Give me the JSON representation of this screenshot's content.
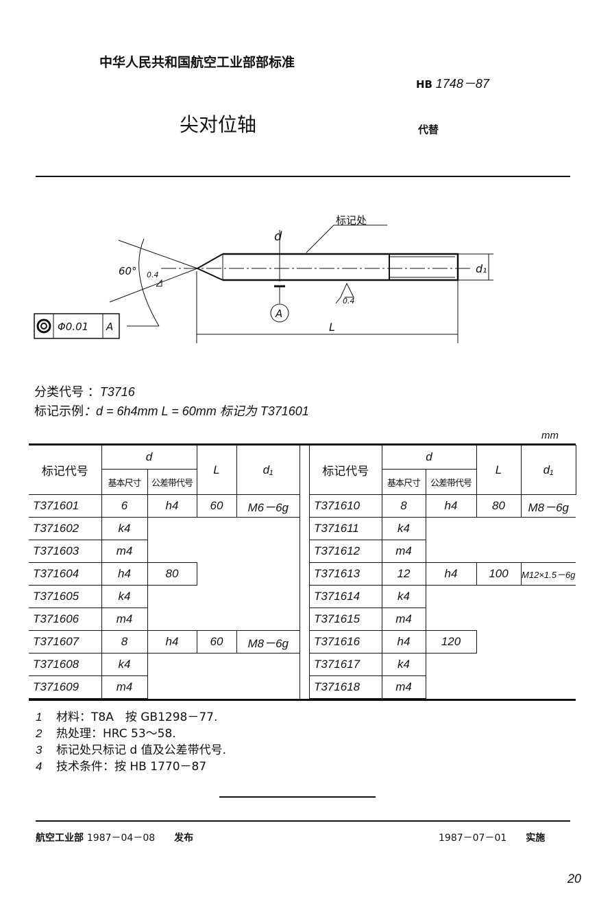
{
  "header": {
    "org_title": "中华人民共和国航空工业部部标准",
    "std_number_prefix": "HB",
    "std_number": "1748－87",
    "doc_title": "尖对位轴",
    "replaces_label": "代替"
  },
  "drawing": {
    "mark_location_label": "标记处",
    "d_label": "d",
    "d1_label": "d₁",
    "L_label": "L",
    "angle_label": "60°",
    "roughness_tip": "0.4",
    "roughness_body": "0.4",
    "datum_label": "A",
    "tolerance_frame": {
      "symbol": "concentricity-icon",
      "value": "Φ0.01",
      "datum": "A"
    }
  },
  "info": {
    "class_code_label": "分类代号",
    "class_code": "T3716",
    "example_label": "标记示例",
    "example_text": "d = 6h4mm   L = 60mm   标记为 T371601"
  },
  "table": {
    "unit": "mm",
    "headers": {
      "code": "标记代号",
      "d": "d",
      "basic": "基本尺寸",
      "tol": "公差带代号",
      "L": "L",
      "d1": "d₁"
    },
    "left": {
      "codes": [
        "T371601",
        "T371602",
        "T371603",
        "T371604",
        "T371605",
        "T371606",
        "T371607",
        "T371608",
        "T371609"
      ],
      "tols": [
        "h4",
        "k4",
        "m4",
        "h4",
        "k4",
        "m4",
        "h4",
        "k4",
        "m4"
      ],
      "basic": [
        "6",
        "8"
      ],
      "L": [
        "60",
        "80",
        "60"
      ],
      "d1": [
        "M6－6g",
        "M8－6g"
      ]
    },
    "right": {
      "codes": [
        "T371610",
        "T371611",
        "T371612",
        "T371613",
        "T371614",
        "T371615",
        "T371616",
        "T371617",
        "T371618"
      ],
      "tols": [
        "h4",
        "k4",
        "m4",
        "h4",
        "k4",
        "m4",
        "h4",
        "k4",
        "m4"
      ],
      "basic": [
        "8",
        "12"
      ],
      "L": [
        "80",
        "100",
        "120"
      ],
      "d1": [
        "M8－6g",
        "M12×1.5－6g"
      ]
    }
  },
  "notes": [
    {
      "n": "1",
      "text": "材料：T8A　按 GB1298－77."
    },
    {
      "n": "2",
      "text": "热处理：HRC 53～58."
    },
    {
      "n": "3",
      "text": "标记处只标记 d 值及公差带代号."
    },
    {
      "n": "4",
      "text": "技术条件：按 HB 1770－87"
    }
  ],
  "footer": {
    "issuer": "航空工业部",
    "issue_date": "1987－04－08",
    "issue_label": "发布",
    "effective_date": "1987－07－01",
    "effective_label": "实施"
  },
  "page_number": "20"
}
